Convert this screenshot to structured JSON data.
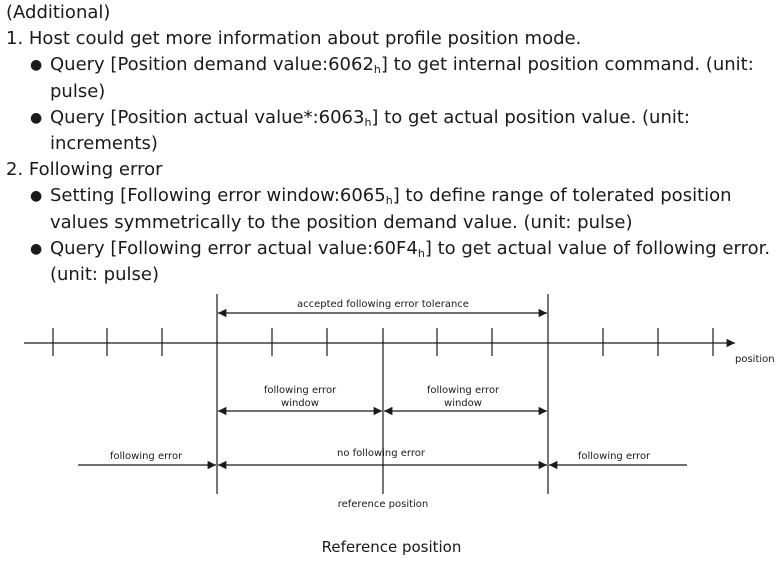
{
  "doc": {
    "heading": "(Additional)",
    "item1": {
      "title": "1. Host could get more information about profile position mode.",
      "bullets": [
        {
          "pre": "Query [Position demand value:6062",
          "sub": "h",
          "post": "] to get internal position command. (unit: pulse)"
        },
        {
          "pre": "Query [Position actual value*:6063",
          "sub": "h",
          "post": "] to get actual position value. (unit: increments)"
        }
      ]
    },
    "item2": {
      "title": "2. Following error",
      "bullets": [
        {
          "pre": "Setting [Following error window:6065",
          "sub": "h",
          "post": "]  to define range of tolerated position values symmetrically to the position demand value. (unit: pulse)"
        },
        {
          "pre": "Query [Following error actual value:60F4",
          "sub": "h",
          "post": "] to get actual value of following error. (unit: pulse)"
        }
      ]
    },
    "bullet_glyph": "●"
  },
  "diagram": {
    "tolerance_label": "accepted following error tolerance",
    "axis_label": "position",
    "window_left_line1": "following error",
    "window_left_line2": "window",
    "window_right_line1": "following error",
    "window_right_line2": "window",
    "left_zone": "following error",
    "middle_zone": "no following error",
    "right_zone": "following error",
    "reference_label": "reference position"
  },
  "caption": "Reference position"
}
